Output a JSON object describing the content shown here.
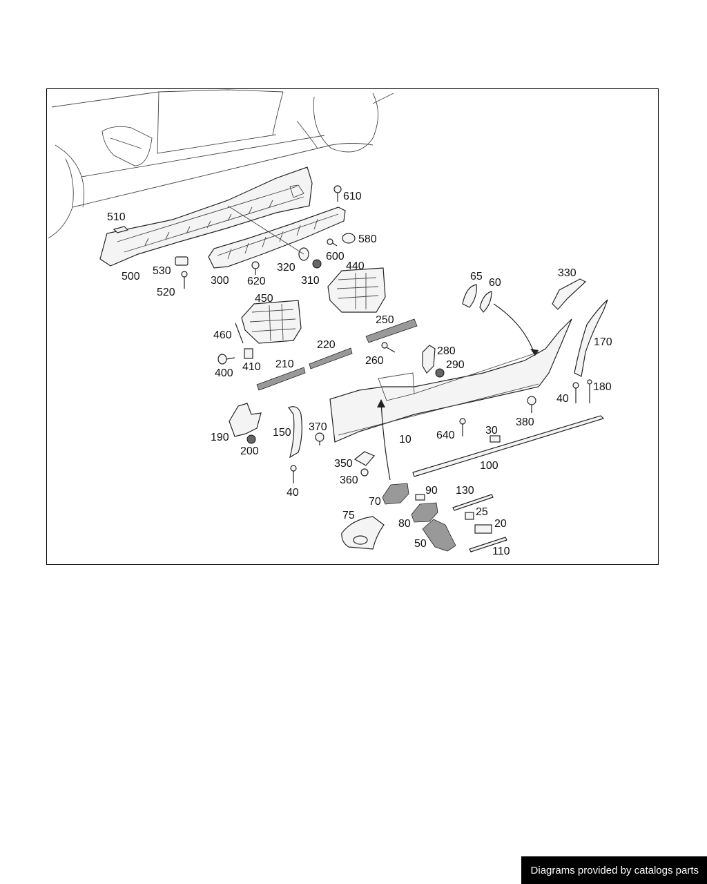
{
  "footer": {
    "credit": "Diagrams provided by catalogs parts"
  },
  "labels": {
    "p10": "10",
    "p20": "20",
    "p25": "25",
    "p30": "30",
    "p40a": "40",
    "p40b": "40",
    "p50": "50",
    "p60": "60",
    "p65": "65",
    "p70": "70",
    "p75": "75",
    "p80": "80",
    "p90": "90",
    "p100": "100",
    "p110": "110",
    "p130": "130",
    "p150": "150",
    "p170": "170",
    "p180": "180",
    "p190": "190",
    "p200": "200",
    "p210": "210",
    "p220": "220",
    "p250": "250",
    "p260": "260",
    "p280": "280",
    "p290": "290",
    "p300": "300",
    "p310": "310",
    "p320": "320",
    "p330": "330",
    "p350": "350",
    "p360": "360",
    "p370": "370",
    "p380": "380",
    "p400": "400",
    "p410": "410",
    "p440": "440",
    "p450": "450",
    "p460": "460",
    "p500": "500",
    "p510": "510",
    "p520": "520",
    "p530": "530",
    "p580": "580",
    "p600": "600",
    "p610": "610",
    "p620": "620",
    "p640": "640"
  },
  "colors": {
    "line": "#222222",
    "banner_bg": "#000000",
    "banner_text": "#ffffff"
  }
}
